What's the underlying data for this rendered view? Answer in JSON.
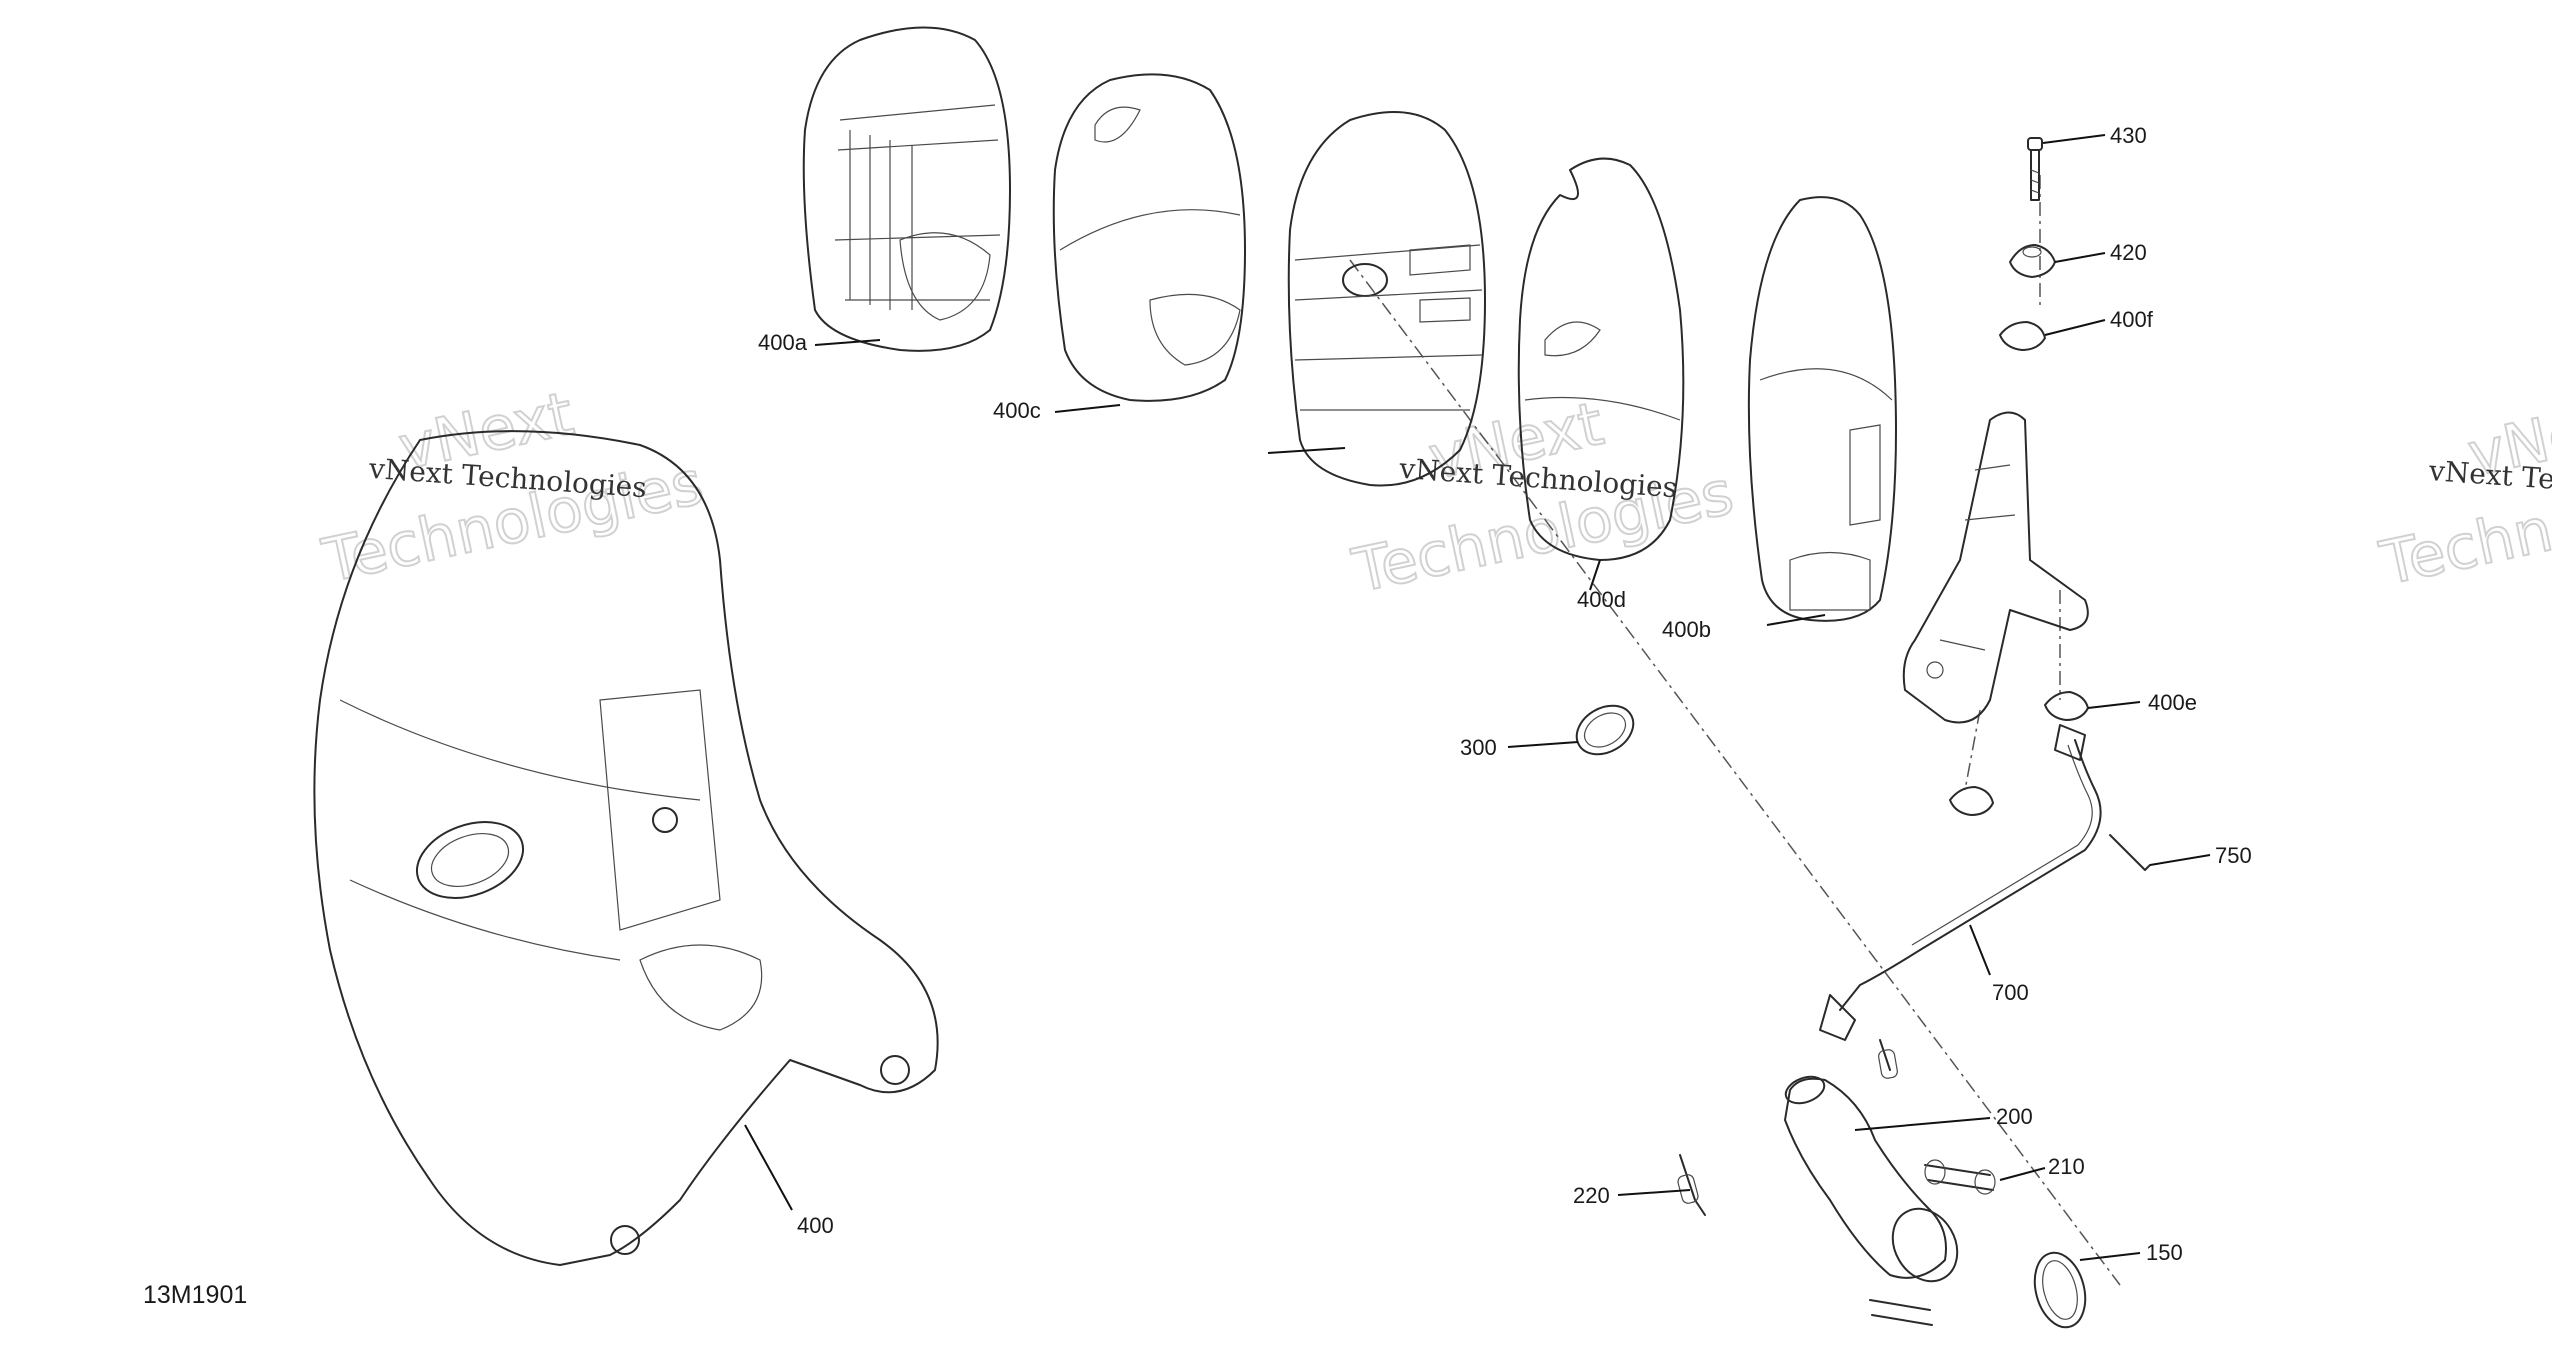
{
  "diagram": {
    "code": "13M1901",
    "watermark": {
      "small": "vNext Technologies",
      "big_line1": "vNext",
      "big_line2": "Technologies"
    },
    "callouts": {
      "c430": "430",
      "c420": "420",
      "c400f": "400f",
      "c400a": "400a",
      "c400c": "400c",
      "c400d": "400d",
      "c400b": "400b",
      "c400e": "400e",
      "c300": "300",
      "c750": "750",
      "c700": "700",
      "c200": "200",
      "c210": "210",
      "c220": "220",
      "c150": "150",
      "c400": "400"
    }
  }
}
